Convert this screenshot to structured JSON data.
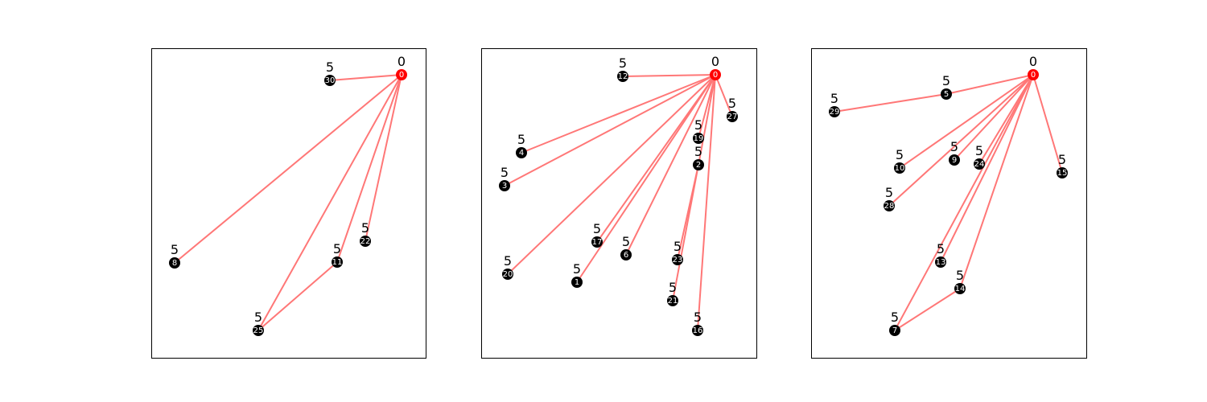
{
  "colors": {
    "root": "#ff0000",
    "node": "#000000",
    "edge": "#ff7777",
    "node_text": "#ffffff"
  },
  "panels": [
    {
      "nodes": [
        {
          "id": "0",
          "value": "0",
          "root": true
        },
        {
          "id": "30",
          "value": "5"
        },
        {
          "id": "8",
          "value": "5"
        },
        {
          "id": "22",
          "value": "5"
        },
        {
          "id": "11",
          "value": "5"
        },
        {
          "id": "25",
          "value": "5"
        }
      ],
      "edges": [
        [
          "0",
          "30"
        ],
        [
          "0",
          "8"
        ],
        [
          "0",
          "22"
        ],
        [
          "0",
          "11"
        ],
        [
          "0",
          "25"
        ],
        [
          "11",
          "25"
        ]
      ]
    },
    {
      "nodes": [
        {
          "id": "0",
          "value": "0",
          "root": true
        },
        {
          "id": "12",
          "value": "5"
        },
        {
          "id": "27",
          "value": "5"
        },
        {
          "id": "19",
          "value": "5"
        },
        {
          "id": "2",
          "value": "5"
        },
        {
          "id": "4",
          "value": "5"
        },
        {
          "id": "3",
          "value": "5"
        },
        {
          "id": "17",
          "value": "5"
        },
        {
          "id": "6",
          "value": "5"
        },
        {
          "id": "23",
          "value": "5"
        },
        {
          "id": "20",
          "value": "5"
        },
        {
          "id": "1",
          "value": "5"
        },
        {
          "id": "21",
          "value": "5"
        },
        {
          "id": "16",
          "value": "5"
        }
      ],
      "edges": [
        [
          "0",
          "12"
        ],
        [
          "0",
          "27"
        ],
        [
          "0",
          "19"
        ],
        [
          "0",
          "2"
        ],
        [
          "0",
          "4"
        ],
        [
          "0",
          "3"
        ],
        [
          "0",
          "17"
        ],
        [
          "0",
          "6"
        ],
        [
          "0",
          "20"
        ],
        [
          "0",
          "1"
        ],
        [
          "0",
          "16"
        ],
        [
          "2",
          "23"
        ],
        [
          "2",
          "21"
        ]
      ]
    },
    {
      "nodes": [
        {
          "id": "0",
          "value": "0",
          "root": true
        },
        {
          "id": "5",
          "value": "5"
        },
        {
          "id": "29",
          "value": "5"
        },
        {
          "id": "10",
          "value": "5"
        },
        {
          "id": "9",
          "value": "5"
        },
        {
          "id": "24",
          "value": "5"
        },
        {
          "id": "15",
          "value": "5"
        },
        {
          "id": "28",
          "value": "5"
        },
        {
          "id": "13",
          "value": "5"
        },
        {
          "id": "14",
          "value": "5"
        },
        {
          "id": "7",
          "value": "5"
        }
      ],
      "edges": [
        [
          "0",
          "5"
        ],
        [
          "5",
          "29"
        ],
        [
          "0",
          "10"
        ],
        [
          "0",
          "9"
        ],
        [
          "0",
          "24"
        ],
        [
          "0",
          "15"
        ],
        [
          "0",
          "28"
        ],
        [
          "0",
          "13"
        ],
        [
          "0",
          "14"
        ],
        [
          "0",
          "7"
        ],
        [
          "7",
          "14"
        ]
      ]
    }
  ]
}
